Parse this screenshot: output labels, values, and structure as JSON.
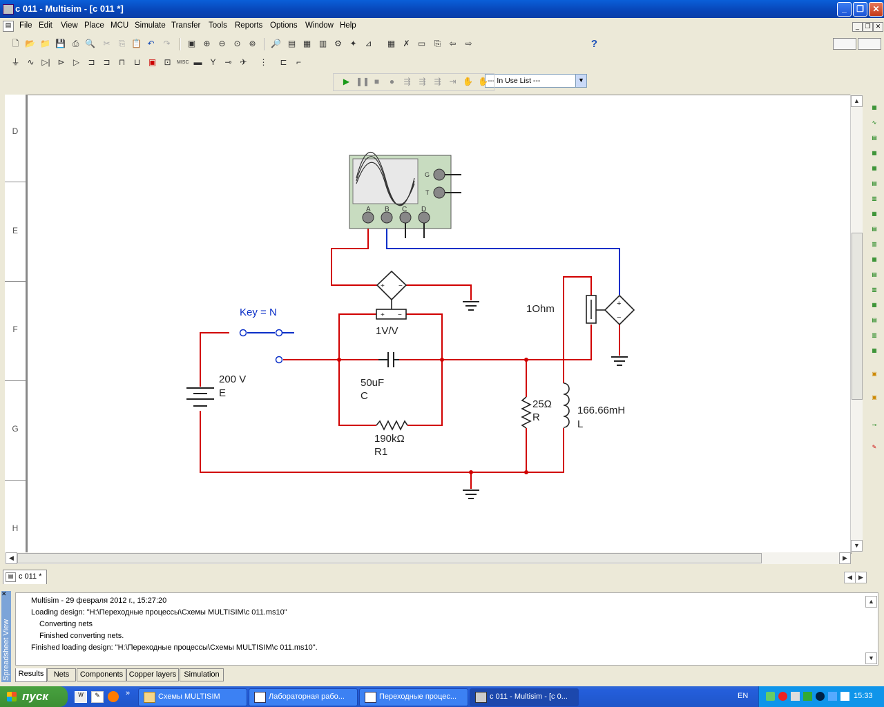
{
  "window": {
    "title": "c 011 - Multisim - [c 011 *]"
  },
  "menu": [
    "File",
    "Edit",
    "View",
    "Place",
    "MCU",
    "Simulate",
    "Transfer",
    "Tools",
    "Reports",
    "Options",
    "Window",
    "Help"
  ],
  "toolbar": {
    "in_use_list": "--- In Use List ---"
  },
  "rulers": [
    "D",
    "E",
    "F",
    "G",
    "H"
  ],
  "circuit": {
    "key_label": "Key = N",
    "source_value": "200 V",
    "source_name": "E",
    "vcvs_value": "1V/V",
    "cap_value": "50uF",
    "cap_name": "C",
    "r1_value": "190kΩ",
    "r1_name": "R1",
    "r_value": "25Ω",
    "r_name": "R",
    "l_value": "166.66mH",
    "l_name": "L",
    "cccs_value": "1Ohm",
    "scope_channels": [
      "A",
      "B",
      "C",
      "D"
    ],
    "scope_g": "G",
    "scope_t": "T"
  },
  "design_tab": "c 011 *",
  "log_lines": [
    "Multisim  -  29 февраля 2012 г., 15:27:20",
    "Loading design: \"H:\\Переходные процессы\\Схемы MULTISIM\\c 011.ms10\"",
    "Converting nets",
    "Finished converting nets.",
    "Finished loading design: \"H:\\Переходные процессы\\Схемы MULTISIM\\c 011.ms10\"."
  ],
  "spreadsheet_label": "Spreadsheet View",
  "spreadsheet_tabs": [
    "Results",
    "Nets",
    "Components",
    "Copper layers",
    "Simulation"
  ],
  "taskbar": {
    "start": "пуск",
    "tasks": [
      "Схемы MULTISIM",
      "Лабораторная рабо...",
      "Переходные процес...",
      "c 011 - Multisim - [c 0..."
    ],
    "lang": "EN",
    "clock": "15:33"
  }
}
